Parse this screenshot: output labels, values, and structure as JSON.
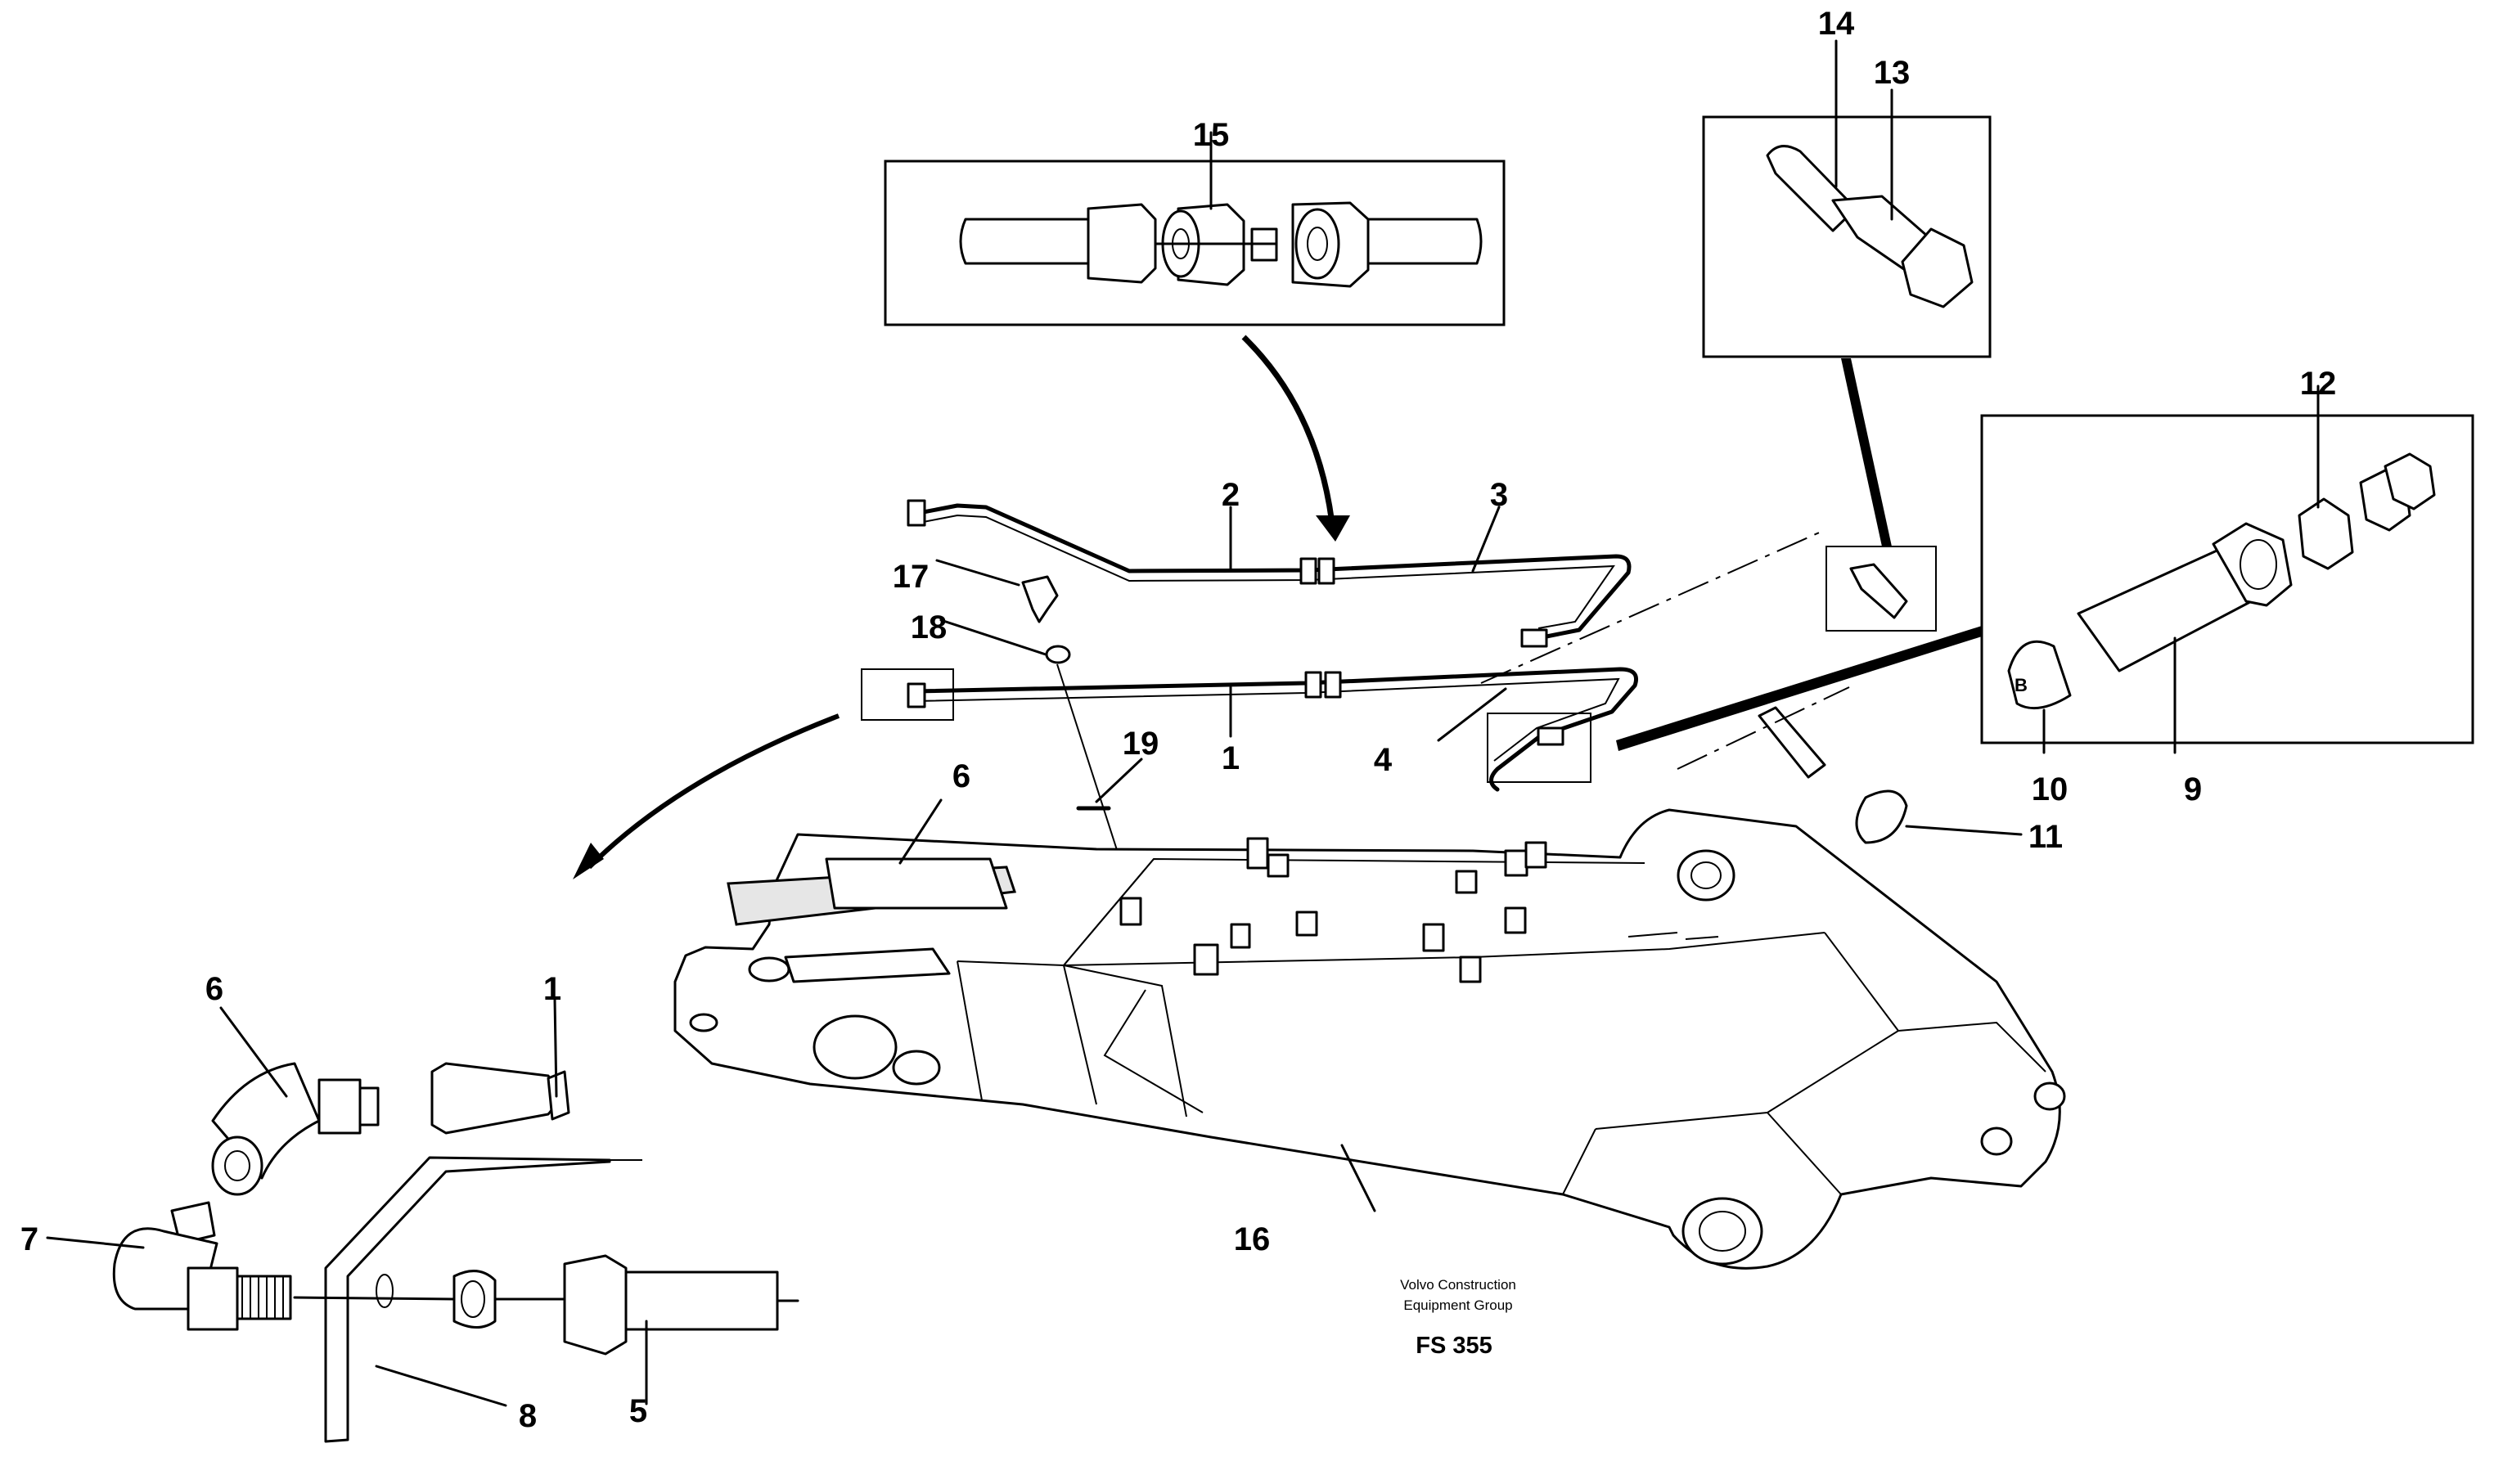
{
  "labels": {
    "l1a": "1",
    "l1b": "1",
    "l2": "2",
    "l3": "3",
    "l4": "4",
    "l5": "5",
    "l6a": "6",
    "l6b": "6",
    "l7": "7",
    "l8": "8",
    "l9": "9",
    "l10": "10",
    "l11": "11",
    "l12": "12",
    "l13": "13",
    "l14": "14",
    "l15": "15",
    "l16": "16",
    "l17": "17",
    "l18": "18",
    "l19": "19"
  },
  "caption": {
    "line1": "Volvo Construction",
    "line2": "Equipment Group",
    "figure_id": "FS 355"
  },
  "icons": [
    "boom-arm",
    "hydraulic-pipe",
    "union-fitting",
    "elbow-fitting",
    "grease-nipple",
    "bracket",
    "circlip"
  ]
}
